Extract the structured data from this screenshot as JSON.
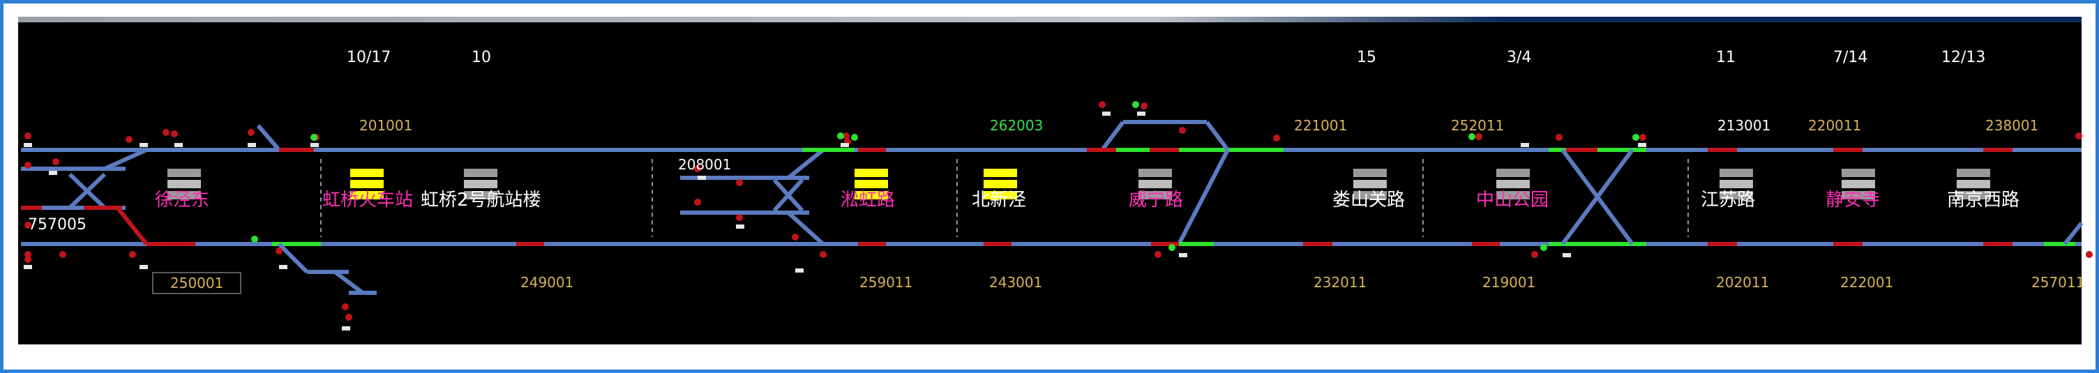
{
  "colors": {
    "track": "#5b7bc0",
    "occupied_green": "#2ee32e",
    "section_red": "#c0141a",
    "platform_yellow": "#ffff00",
    "platform_grey": "#9a9a9a",
    "station_magenta": "#ff2fb8",
    "block_gold": "#d8b35a",
    "block_green": "#38e04a"
  },
  "counts": [
    "10/17",
    "10",
    "15",
    "3/4",
    "11",
    "7/14",
    "12/13"
  ],
  "blocks_top": [
    "201001",
    "262003",
    "221001",
    "252011",
    "213001",
    "220011",
    "238001",
    "208001"
  ],
  "blocks_bottom": [
    "250001",
    "249001",
    "259011",
    "243001",
    "232011",
    "219001",
    "202011",
    "222001",
    "257011"
  ],
  "stations": [
    "徐泾东",
    "虹桥火车站",
    "虹桥2号航站楼",
    "淞虹路",
    "北新泾",
    "威宁路",
    "娄山关路",
    "中山公园",
    "江苏路",
    "静安寺",
    "南京西路"
  ],
  "train": {
    "id": "757005"
  }
}
